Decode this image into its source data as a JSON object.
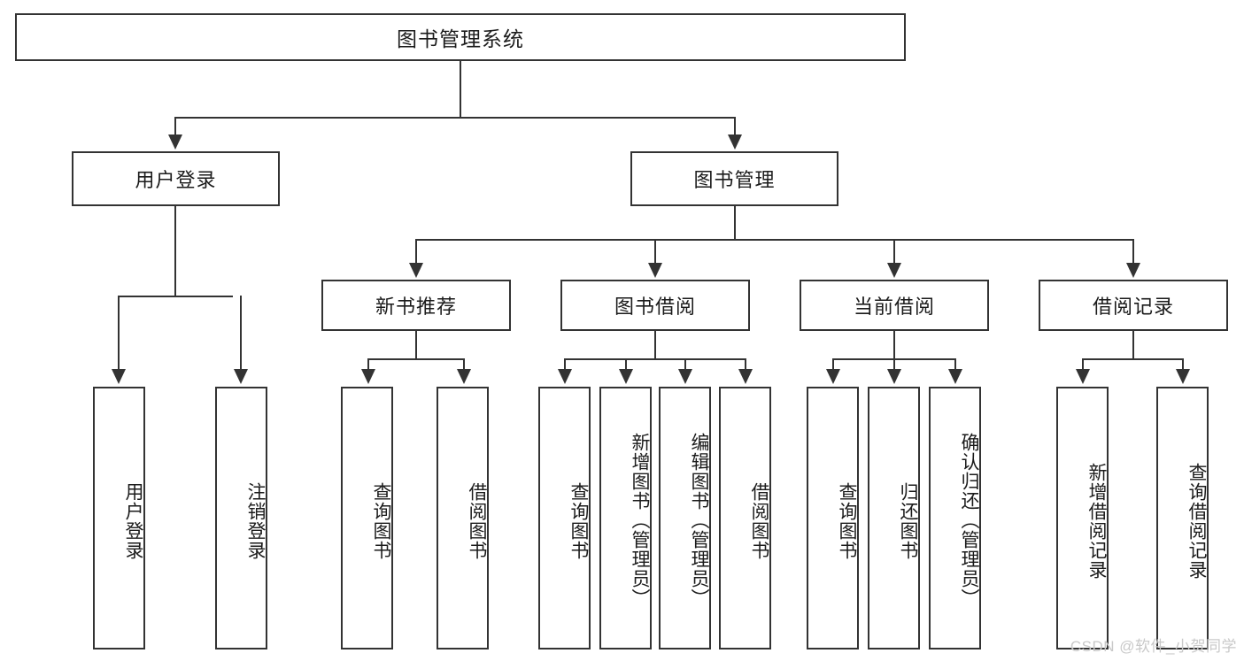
{
  "diagram": {
    "title": "图书管理系统",
    "type": "hierarchy-tree",
    "root": {
      "label": "图书管理系统"
    },
    "level2": [
      {
        "label": "用户登录"
      },
      {
        "label": "图书管理"
      }
    ],
    "level3": [
      {
        "label": "新书推荐"
      },
      {
        "label": "图书借阅"
      },
      {
        "label": "当前借阅"
      },
      {
        "label": "借阅记录"
      }
    ],
    "leaves": {
      "user_login": [
        {
          "label": "用户登录"
        },
        {
          "label": "注销登录"
        }
      ],
      "new_book_recommend": [
        {
          "label": "查询图书"
        },
        {
          "label": "借阅图书"
        }
      ],
      "book_borrow": [
        {
          "label": "查询图书"
        },
        {
          "label": "新增图书（管理员）"
        },
        {
          "label": "编辑图书（管理员）"
        },
        {
          "label": "借阅图书"
        }
      ],
      "current_borrow": [
        {
          "label": "查询图书"
        },
        {
          "label": "归还图书"
        },
        {
          "label": "确认归还（管理员）"
        }
      ],
      "borrow_record": [
        {
          "label": "新增借阅记录"
        },
        {
          "label": "查询借阅记录"
        }
      ]
    }
  },
  "watermark": {
    "text": "CSDN @软件_小贺同学"
  },
  "colors": {
    "stroke": "#333333",
    "fill": "#ffffff",
    "text": "#1b1b1b",
    "watermark": "#c9c9c9"
  }
}
